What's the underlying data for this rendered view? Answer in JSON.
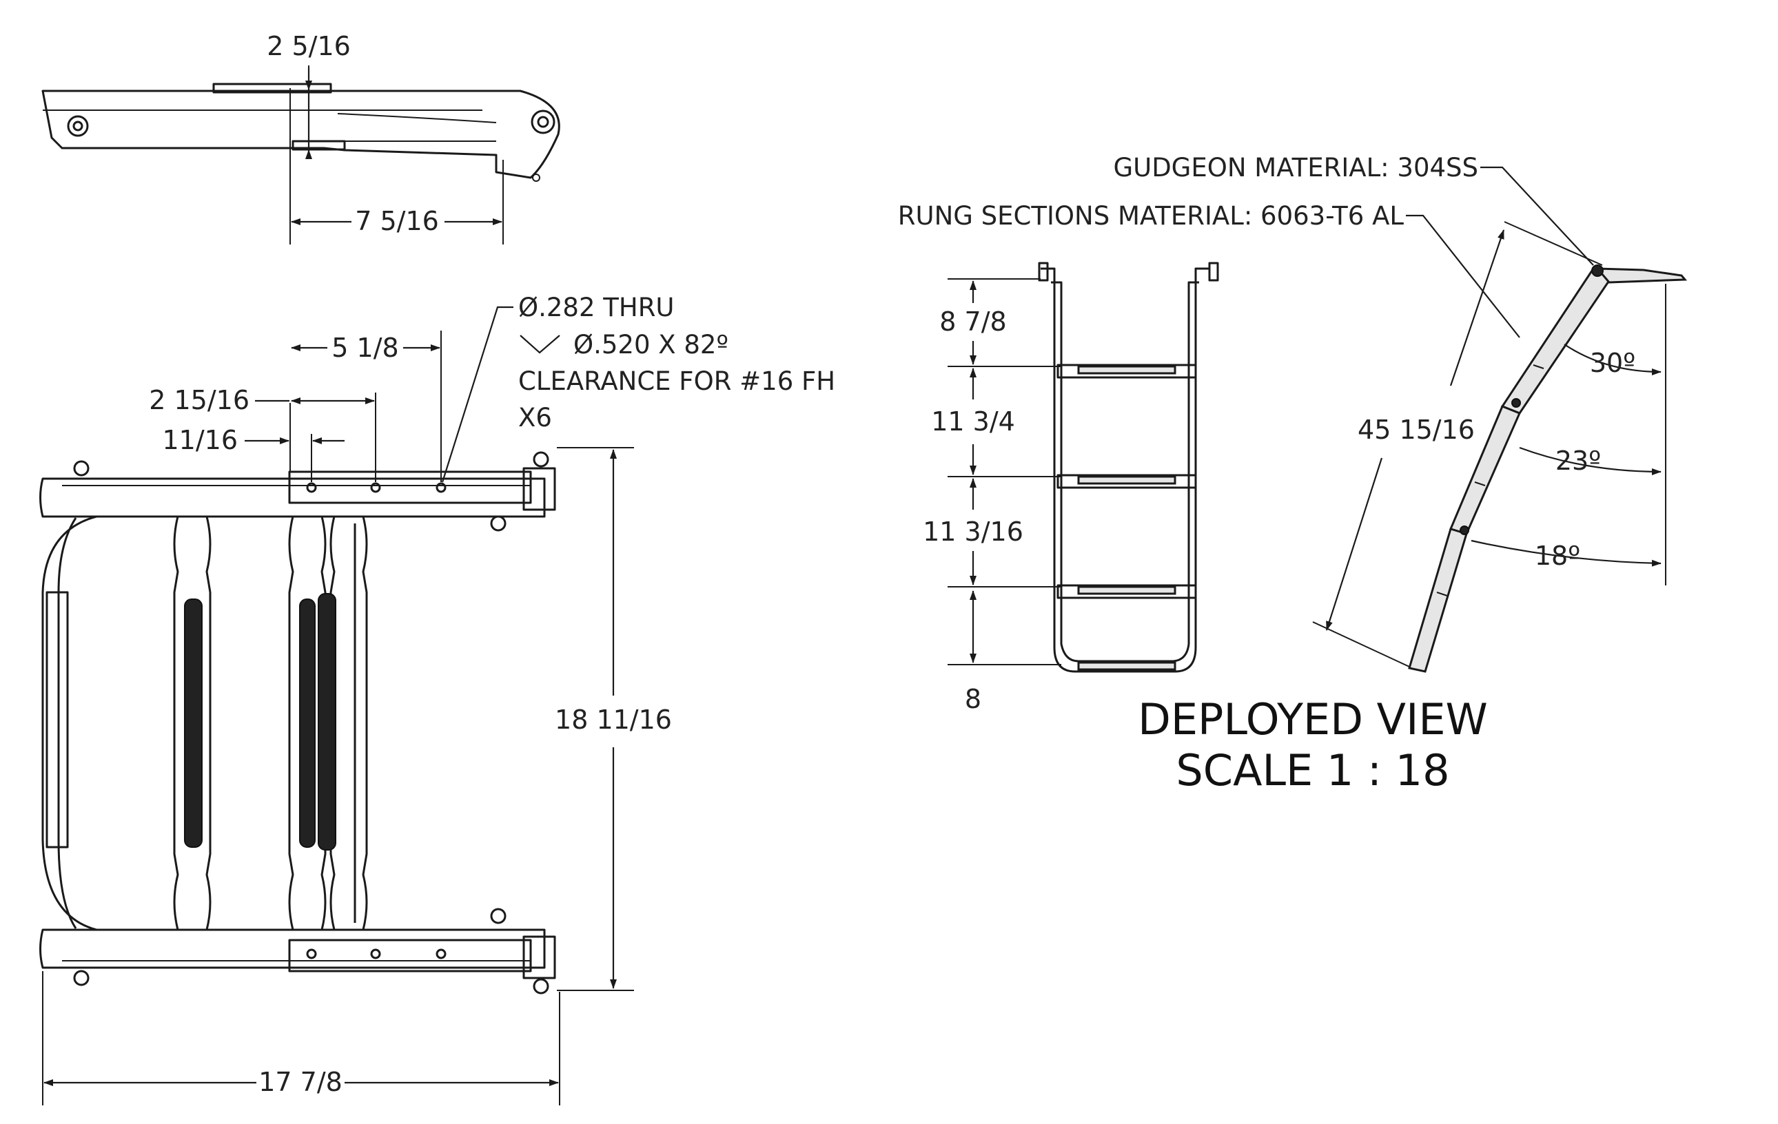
{
  "top_view": {
    "height_dim": "2 5/16",
    "width_dim": "7 5/16"
  },
  "plan_view": {
    "dim_5_1_8": "5 1/8",
    "dim_2_15_16": "2 15/16",
    "dim_11_16": "11/16",
    "dim_height": "18 11/16",
    "dim_width": "17 7/8",
    "hole_note": {
      "line1": "Ø.282 THRU",
      "line2": "Ø.520 X 82º",
      "line3": "CLEARANCE FOR #16 FH",
      "line4": "X6"
    }
  },
  "front_deployed": {
    "dim_top": "8 7/8",
    "dim_mid1": "11 3/4",
    "dim_mid2": "11 3/16",
    "dim_bottom": "8"
  },
  "side_deployed": {
    "note_gudgeon": "GUDGEON MATERIAL: 304SS",
    "note_rung": "RUNG SECTIONS MATERIAL: 6063-T6 AL",
    "dim_length": "45 15/16",
    "angle_1": "30º",
    "angle_2": "23º",
    "angle_3": "18º"
  },
  "view_title": {
    "line1": "DEPLOYED VIEW",
    "line2": "SCALE 1 : 18"
  }
}
